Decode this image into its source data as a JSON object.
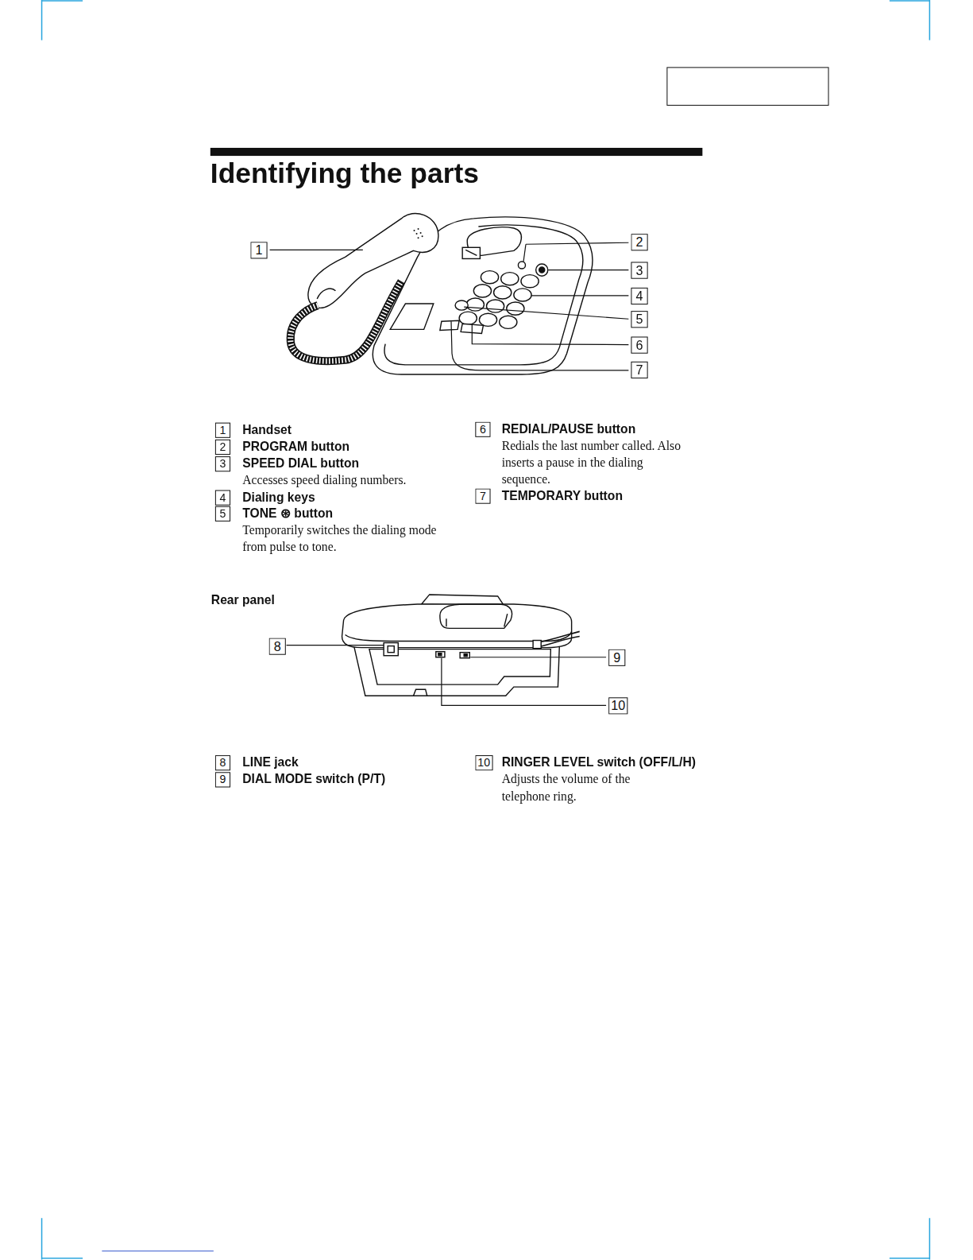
{
  "diagram": {
    "title": "Identifying the parts",
    "nodes": [
      {
        "text": [
          "1"
        ]
      },
      {
        "text": [
          "2"
        ]
      },
      {
        "text": [
          "3"
        ]
      },
      {
        "text": [
          "4"
        ]
      },
      {
        "text": [
          "5"
        ]
      },
      {
        "text": [
          "6"
        ]
      },
      {
        "text": [
          "7"
        ]
      },
      {
        "text": [
          "1"
        ]
      },
      {
        "text": [
          "2"
        ]
      },
      {
        "text": [
          "3"
        ]
      },
      {
        "text": [
          "4"
        ]
      },
      {
        "text": [
          "5"
        ]
      },
      {
        "text": [
          "6"
        ]
      },
      {
        "text": [
          "7"
        ]
      },
      {
        "text": [
          "8"
        ]
      },
      {
        "text": [
          "9"
        ]
      },
      {
        "text": [
          "10"
        ]
      },
      {
        "text": [
          "8"
        ]
      },
      {
        "text": [
          "9"
        ]
      },
      {
        "text": [
          "10"
        ]
      }
    ],
    "labels": [
      "Handset",
      "PROGRAM button",
      "SPEED DIAL button",
      "Accesses speed dialing numbers.",
      "Dialing keys",
      "TONE ⊛ button",
      "Temporarily switches the dialing mode from pulse to tone.",
      "REDIAL/PAUSE button",
      "Redials the last number called. Also inserts a pause in the dialing sequence.",
      "TEMPORARY button",
      "Rear panel",
      "LINE jack",
      "DIAL MODE switch (P/T)",
      "RINGER LEVEL switch (OFF/L/H)",
      "Adjusts the volume of the telephone ring."
    ]
  }
}
